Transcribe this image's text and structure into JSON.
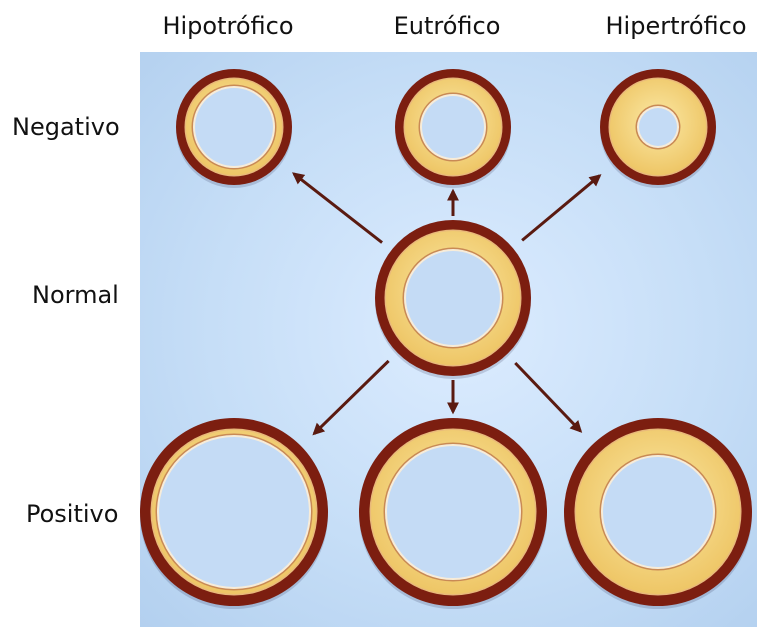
{
  "columns": {
    "hypo": "Hipotrófico",
    "eu": "Eutrófico",
    "hyper": "Hipertrófico"
  },
  "rows": {
    "negative": "Negativo",
    "normal": "Normal",
    "positive": "Positivo"
  },
  "colors": {
    "adventitia": "#7c1e10",
    "media": "#f2d47a",
    "lumen": "#c4dbf5",
    "intima": "#c98a55",
    "arrow": "#5a1a10",
    "background": "#c6def7"
  },
  "vessels": [
    {
      "id": "negative-hypotrophic",
      "row": "negative",
      "col": "hypo",
      "outer": 58,
      "wall": 9,
      "media": 8
    },
    {
      "id": "negative-eutrophic",
      "row": "negative",
      "col": "eu",
      "outer": 58,
      "wall": 9,
      "media": 16
    },
    {
      "id": "negative-hypertrophic",
      "row": "negative",
      "col": "hyper",
      "outer": 58,
      "wall": 9,
      "media": 28
    },
    {
      "id": "normal",
      "row": "normal",
      "col": "eu",
      "outer": 78,
      "wall": 10,
      "media": 19
    },
    {
      "id": "positive-hypotrophic",
      "row": "positive",
      "col": "hypo",
      "outer": 94,
      "wall": 11,
      "media": 6
    },
    {
      "id": "positive-eutrophic",
      "row": "positive",
      "col": "eu",
      "outer": 94,
      "wall": 11,
      "media": 15
    },
    {
      "id": "positive-hypertrophic",
      "row": "positive",
      "col": "hyper",
      "outer": 94,
      "wall": 11,
      "media": 26
    }
  ],
  "arrows": [
    {
      "id": "to-negative-hypotrophic",
      "target": "negative-hypotrophic"
    },
    {
      "id": "to-negative-eutrophic",
      "target": "negative-eutrophic"
    },
    {
      "id": "to-negative-hypertrophic",
      "target": "negative-hypertrophic"
    },
    {
      "id": "to-positive-hypotrophic",
      "target": "positive-hypotrophic"
    },
    {
      "id": "to-positive-eutrophic",
      "target": "positive-eutrophic"
    },
    {
      "id": "to-positive-hypertrophic",
      "target": "positive-hypertrophic"
    }
  ]
}
